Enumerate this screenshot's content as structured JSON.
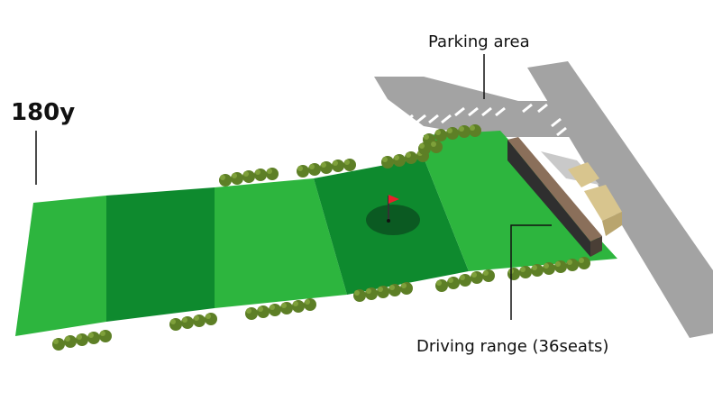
{
  "labels": {
    "distance": "180y",
    "parking": "Parking area",
    "driving_range": "Driving range (36seats)"
  },
  "colors": {
    "grass_light": "#2db53e",
    "grass_dark": "#0e8a2e",
    "green_circle": "#0b5a22",
    "road": "#a3a3a3",
    "tree": "#5d7f26",
    "building_roof": "#8a6f5a",
    "building_front": "#2f2f2f",
    "annex": "#d8c58e",
    "flag": "#e8202a"
  },
  "icons": {
    "flag": "flag-icon",
    "tree": "tree-icon"
  }
}
